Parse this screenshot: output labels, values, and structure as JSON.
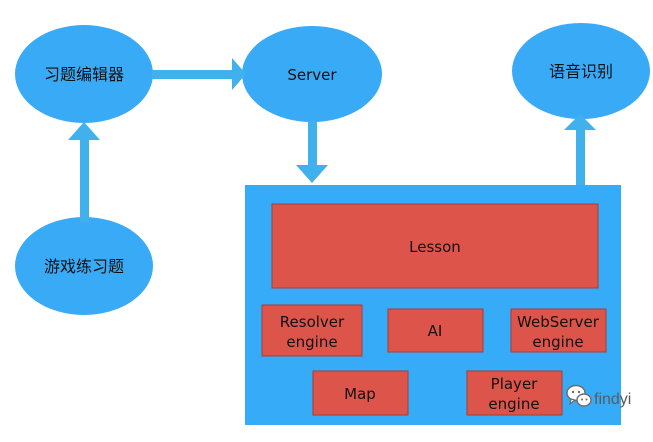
{
  "nodes": {
    "editor": "习题编辑器",
    "server": "Server",
    "speech": "语音识别",
    "game": "游戏练习题"
  },
  "container": {
    "lesson": "Lesson",
    "resolver_line1": "Resolver",
    "resolver_line2": "engine",
    "ai": "AI",
    "webserver_line1": "WebServer",
    "webserver_line2": "engine",
    "map": "Map",
    "player_line1": "Player",
    "player_line2": "engine"
  },
  "watermark": {
    "text": "findyi",
    "icon": "wechat-icon"
  },
  "colors": {
    "node_fill": "#39aaf5",
    "arrow": "#41b1ee",
    "container": "#36acf8",
    "module_fill": "#dd554a",
    "module_stroke": "#a83d35"
  }
}
